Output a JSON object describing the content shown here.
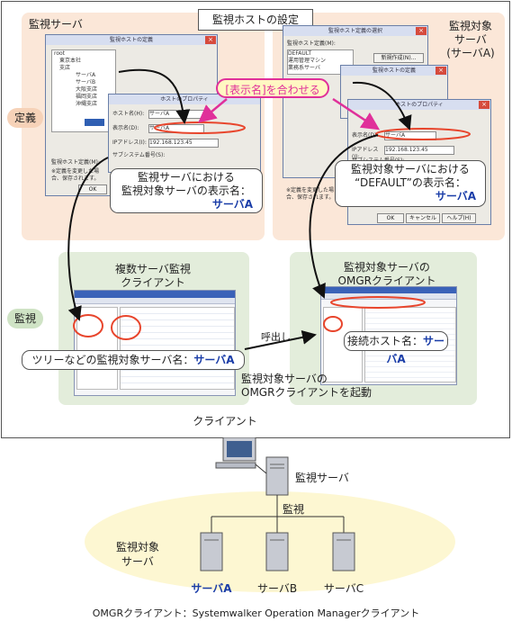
{
  "diagram": {
    "title": "監視ホストの設定",
    "side_labels": {
      "definition": "定義",
      "monitoring": "監視"
    },
    "monitoring_server_panel": {
      "heading": "監視サーバ",
      "dialog_title": "監視ホストの定義",
      "tree_items": [
        "root",
        "東京本社",
        "支店",
        "サーバA",
        "サーバB",
        "大阪支店",
        "福岡支店",
        "沖縄支店"
      ],
      "property_dialog_title": "ホストのプロパティ",
      "host_field_label": "ホスト名(H):",
      "host_value": "サーバA",
      "display_field_label": "表示名(D):",
      "display_value": "サーバA",
      "ip_label": "IPアドレス(I):",
      "ip_value": "192.168.123.45",
      "subsystem_label": "サブシステム番号(S):",
      "host_def_label": "監視ホスト定義(M):",
      "note_text": "※定義を変更した場合、保存されます。",
      "ok_button": "OK",
      "callout_line1": "監視サーバにおける",
      "callout_line2": "監視対象サーバの表示名：",
      "callout_name": "サーバA"
    },
    "target_server_panel": {
      "heading_line1": "監視対象",
      "heading_line2": "サーバ",
      "heading_line3": "(サーバA)",
      "select_dialog_title": "監視ホスト定義の選択",
      "select_label": "監視ホスト定義(M):",
      "list_items": [
        "DEFAULT",
        "運用管理マシン",
        "業務系サーバ"
      ],
      "new_button": "新規作成(N)...",
      "define_dialog_title": "監視ホストの定義",
      "property_dialog_title": "ホストのプロパティ",
      "display_field_label": "表示名(D):",
      "display_value": "サーバA",
      "ip_label": "IPアドレス(I):",
      "ip_value": "192.168.123.45",
      "subsystem_label": "サブシステム番号(S):",
      "note_text": "※定義を変更した場合、保存されます。",
      "ok_button": "OK",
      "cancel_button": "キャンセル",
      "help_button": "ヘルプ(H)",
      "callout_line1": "監視対象サーバにおける",
      "callout_line2": "“DEFAULT”の表示名：",
      "callout_name": "サーバA"
    },
    "match_label": "[表示名]を合わせる",
    "multi_client_heading_line1": "複数サーバ監視",
    "multi_client_heading_line2": "クライアント",
    "omgr_client_heading_line1": "監視対象サーバの",
    "omgr_client_heading_line2": "OMGRクライアント",
    "tree_callout_text": "ツリーなどの監視対象サーバ名：",
    "tree_callout_name": "サーバA",
    "connect_callout_text": "接続ホスト名：",
    "connect_callout_name": "サーバA",
    "call_label": "呼出し",
    "launch_label_line1": "監視対象サーバの",
    "launch_label_line2": "OMGRクライアントを起動"
  },
  "network": {
    "client_label": "クライアント",
    "monitor_server_label": "監視サーバ",
    "monitoring_label": "監視",
    "target_group_line1": "監視対象",
    "target_group_line2": "サーバ",
    "servers": [
      "サーバA",
      "サーバB",
      "サーバC"
    ]
  },
  "footer": "OMGRクライアント：Systemwalker Operation Managerクライアント",
  "colors": {
    "peach": "#fbe7d8",
    "green": "#e3eddb",
    "ellipse": "#fff7c2",
    "red": "#e8452c",
    "blue": "#1a3da8",
    "magenta": "#e0309a"
  }
}
